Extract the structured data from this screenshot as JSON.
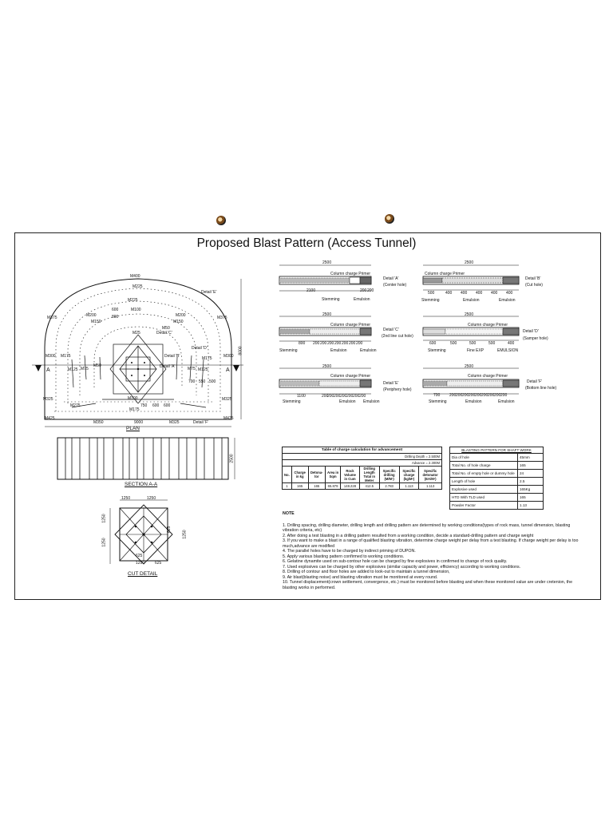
{
  "page": {
    "title": "Proposed Blast Pattern (Access Tunnel)"
  },
  "plan": {
    "caption": "PLAN",
    "labels": {
      "m400": "M400",
      "m225a": "M225",
      "m225b": "M225",
      "m100": "M100",
      "m350": "M350",
      "m375a": "M375",
      "m375b": "M375",
      "m300a": "M300",
      "m300b": "M300",
      "m325a": "M325",
      "m325b": "M325",
      "m425a": "M425",
      "m425b": "M425",
      "m200a": "M200",
      "m200b": "M200",
      "m150a": "M150",
      "m150b": "M150",
      "m75a": "M75",
      "m75b": "M75",
      "m50a": "M50",
      "m50b": "M50",
      "m25": "M25",
      "m175a": "M175",
      "m175b": "M175",
      "m125a": "M125",
      "m125b": "M125",
      "m100b": "M100",
      "m175c": "M175",
      "m275": "M275",
      "s350": "350",
      "s550": "550",
      "s600": "600",
      "s700": "700",
      "s800": "800",
      "s750": "750",
      "s600b": "600",
      "s600c": "600",
      "s700b": "700",
      "s550b": "550",
      "s500": "500",
      "w9000": "9000",
      "h8000": "8000",
      "detA": "Detail 'A'",
      "detB": "Detail 'B'",
      "detC": "Detail 'C'",
      "detD": "Detail 'D'",
      "detE": "Detail 'E'",
      "detF": "Detail 'F'",
      "secA": "A",
      "secA2": "A"
    }
  },
  "section": {
    "caption": "SECTION A-A",
    "dim": "2500"
  },
  "cut": {
    "caption": "CUT DETAIL",
    "dims": {
      "top1": "1250",
      "top2": "1250",
      "left1": "1250",
      "left2": "1250",
      "r1": "625",
      "r2": "1250",
      "b1": "625",
      "b2": "1250",
      "b3": "625"
    }
  },
  "details": [
    {
      "title": "Detail 'A'",
      "sub": "(Center hole)",
      "total": "2500",
      "primer": "Column charge Primer",
      "dims": [
        "2100",
        "200",
        "200"
      ],
      "labels": [
        "Stemming",
        "Emulsion"
      ]
    },
    {
      "title": "Detail 'B'",
      "sub": "(Cut hole)",
      "total": "2500",
      "primer": "Column charge Primer",
      "dims": [
        "500",
        "400",
        "400",
        "400",
        "400",
        "400"
      ],
      "labels": [
        "Stemming",
        "Emulsion",
        "Emulsion"
      ]
    },
    {
      "title": "Detail 'C'",
      "sub": "(2nd line cut hole)",
      "total": "2500",
      "primer": "Column charge Primer",
      "dims": [
        "800",
        "200",
        "200",
        "200",
        "200",
        "200",
        "200",
        "200"
      ],
      "labels": [
        "Stemming",
        "Emulsion",
        "Emulsion"
      ]
    },
    {
      "title": "Detail 'D'",
      "sub": "(Samper hole)",
      "total": "2500",
      "primer": "Column charge Primer",
      "dims": [
        "600",
        "500",
        "500",
        "500",
        "400"
      ],
      "labels": [
        "Stemming",
        "Fine EXP",
        "EMULSION"
      ]
    },
    {
      "title": "Detail 'E'",
      "sub": "(Periphery hole)",
      "total": "2500",
      "primer": "Column charge Primer",
      "dims": [
        "1100",
        "200",
        "200",
        "200",
        "200",
        "200",
        "200",
        "200"
      ],
      "labels": [
        "Stemming",
        "Emulsion",
        "Emulsion"
      ]
    },
    {
      "title": "Detail 'F'",
      "sub": "(Bottom line hole)",
      "total": "2500",
      "primer": "Column charge Primer",
      "dims": [
        "700",
        "200",
        "200",
        "200",
        "200",
        "200",
        "200",
        "200",
        "200",
        "200"
      ],
      "labels": [
        "Stemming",
        "Emulsion",
        "Emulsion"
      ]
    }
  ],
  "charge_table": {
    "title": "Table of charge calculation for advancement",
    "drilling_depth": "Drilling Depth = 2.500M",
    "advance": "Advance = 2.300M",
    "headers": [
      "No.",
      "Charge in kg",
      "Detona-tor",
      "Area in Sqm",
      "Rock Volume in Cum",
      "Drilling Length Total in Meter",
      "Specific drilling (M/M³)",
      "Specific charge (kg/M³)",
      "Specific detonator (EA/M³)"
    ],
    "row": [
      "1",
      "165",
      "165",
      "65.879",
      "148.228",
      "412.5",
      "2.783",
      "1.113",
      "1.113"
    ]
  },
  "shaft_table": {
    "title": "BLASTING PATTERN FOR SHAFT WORK",
    "rows": [
      [
        "Dia of hole",
        "45mm"
      ],
      [
        "Total No. of hole charge",
        "165"
      ],
      [
        "Total No. of empty hole or dummy hole",
        "24"
      ],
      [
        "Length of hole",
        "2.5"
      ],
      [
        "Explosive used",
        "165Kg"
      ],
      [
        "HTD With TLD used",
        "165"
      ],
      [
        "Powder Factor",
        "1.13"
      ]
    ]
  },
  "notes": {
    "heading": "NOTE",
    "items": [
      "1. Drilling spacing, drilling diameter, drilling length and drilling pattern are determined by working conditions(types of rock mass, tunnel dimension, blasting vibration criteria, etc)",
      "2. After doing a test blasting in a drilling pattern resulted from a working condition, decide a standard-drilling pattern and charge weight",
      "3. If you want to make a blast in a range of qualified blasting vibration, determine charge weight per delay from a test blasting. If charge weight per delay is too much,advance are modified",
      "4. The parallel holes have to be charged by indirect priming of DUPON.",
      "5. Apply various blasting pattern confirmed to working conditions.",
      "6. Gelatine dynamite used on sub-contour hole can be charged by fine explosives in confirmed to change of rock quality.",
      "7. Used explosives can be charged by other explosives (similar capacity and power, efficiency) according to working conditions.",
      "8. Drilling of contour and floor holes are added to look-out to maintain a tunnel dimension,",
      "9. Air blast(blasting noise) and blasting vibration must be monitored at every round.",
      "10. Tunnel displacement(crown settlement, convergence, etc.) must be monitored before blasting and when these monitored value are under cretenion, the blasting works in performed."
    ]
  }
}
